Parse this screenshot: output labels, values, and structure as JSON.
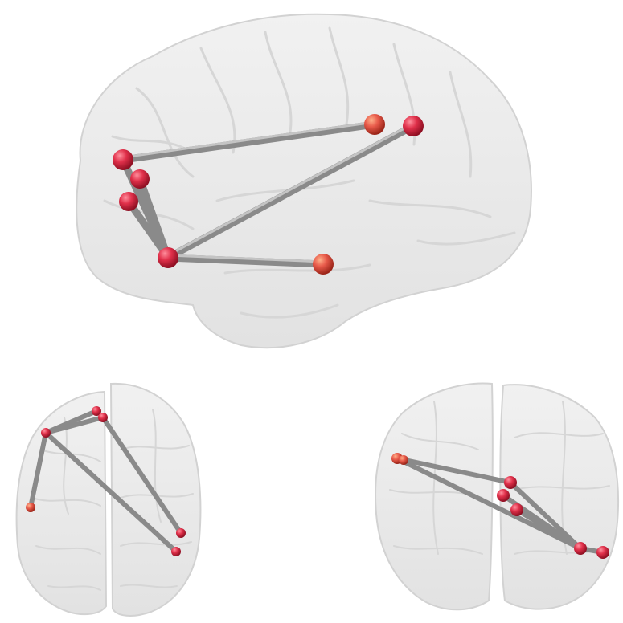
{
  "colors": {
    "background": "#ffffff",
    "brain_fill": "#e9e9e9",
    "brain_stroke": "#d2d2d2",
    "sulcus": "#d6d6d6",
    "edge": "#8a8a8a",
    "edge_highlight": "#c9c9c9",
    "node": "#e0304a",
    "node_alt": "#e85a4a"
  },
  "views": [
    {
      "name": "sagittal-view",
      "nodes": 7,
      "edges": 6
    },
    {
      "name": "axial-view",
      "nodes": 6,
      "edges": 5
    },
    {
      "name": "coronal-view",
      "nodes": 7,
      "edges": 6
    }
  ]
}
